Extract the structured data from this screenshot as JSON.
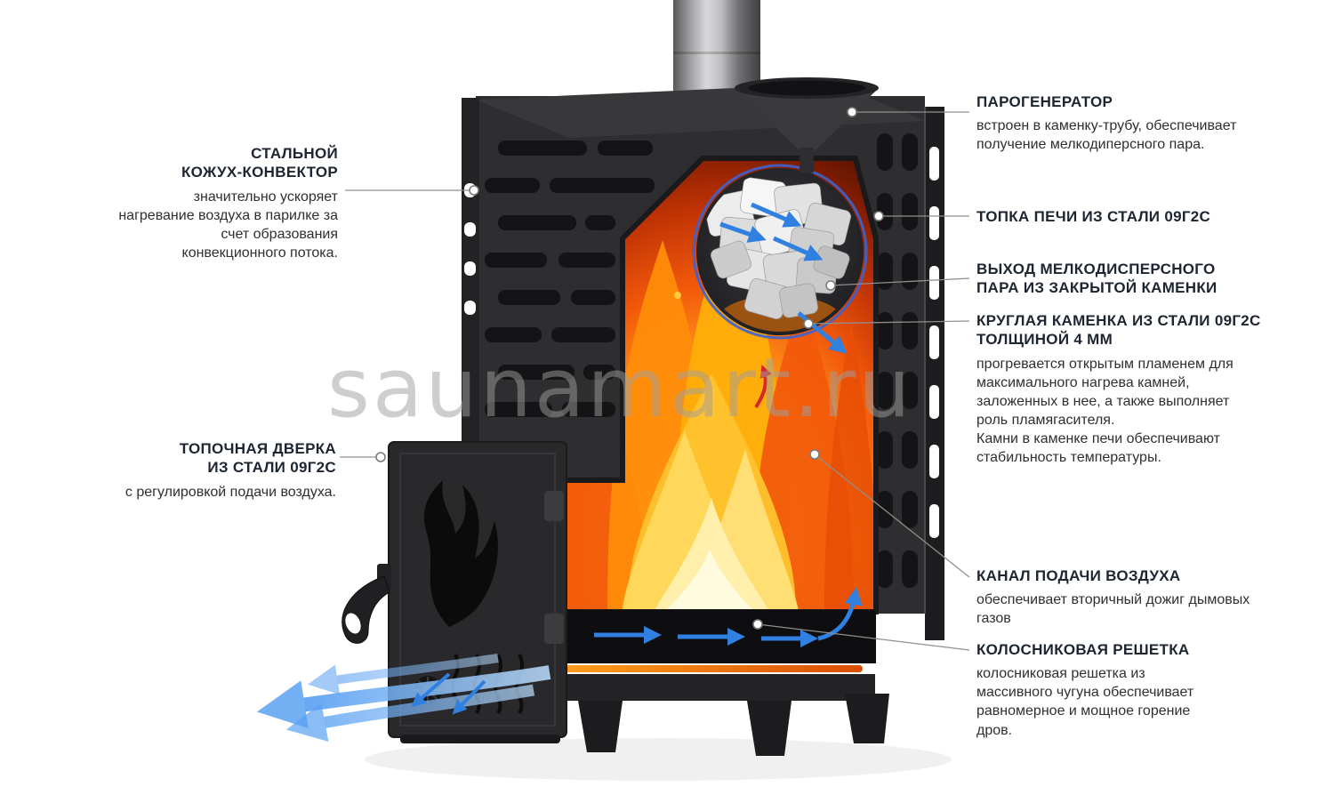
{
  "watermark": "saunamart.ru",
  "colors": {
    "fire_orange": "#f25c05",
    "fire_yellow": "#ffd23f",
    "arrow_blue": "#2f80e0",
    "steel_dark": "#2e2e30",
    "label_title": "#1d2531",
    "label_text": "#2f2f33",
    "stone_ring_blue": "#3d63cf"
  },
  "labels": {
    "left": [
      {
        "id": "steel-convector",
        "title": "СТАЛЬНОЙ\nКОЖУХ-КОНВЕКТОР",
        "desc": "значительно ускоряет\nнагревание воздуха в парилке за\nсчет образования\nконвекционного потока."
      },
      {
        "id": "firebox-door",
        "title": "ТОПОЧНАЯ ДВЕРКА\nИЗ СТАЛИ 09Г2С",
        "desc": "с регулировкой подачи воздуха."
      }
    ],
    "right": [
      {
        "id": "steam-generator",
        "title": "ПАРОГЕНЕРАТОР",
        "desc": "встроен в каменку-трубу, обеспечивает\nполучение мелкодиперсного пара."
      },
      {
        "id": "firebox-steel",
        "title": "ТОПКА ПЕЧИ ИЗ СТАЛИ 09Г2С",
        "desc": ""
      },
      {
        "id": "steam-outlet",
        "title": "ВЫХОД МЕЛКОДИСПЕРСНОГО\nПАРА ИЗ ЗАКРЫТОЙ КАМЕНКИ",
        "desc": ""
      },
      {
        "id": "round-stone-chamber",
        "title": "КРУГЛАЯ КАМЕНКА ИЗ СТАЛИ 09Г2С\nТОЛЩИНОЙ 4 ММ",
        "desc": "прогревается открытым пламенем для\nмаксимального нагрева камней,\nзаложенных в нее, а также выполняет\nроль пламягасителя.\nКамни в каменке печи обеспечивают\nстабильность температуры."
      },
      {
        "id": "air-supply-channel",
        "title": "КАНАЛ ПОДАЧИ ВОЗДУХА",
        "desc": "обеспечивает вторичный дожиг дымовых\nгазов"
      },
      {
        "id": "grate",
        "title": "КОЛОСНИКОВАЯ РЕШЕТКА",
        "desc": "колосниковая решетка из\nмассивного чугуна обеспечивает\nравномерное и мощное горение\nдров."
      }
    ]
  }
}
